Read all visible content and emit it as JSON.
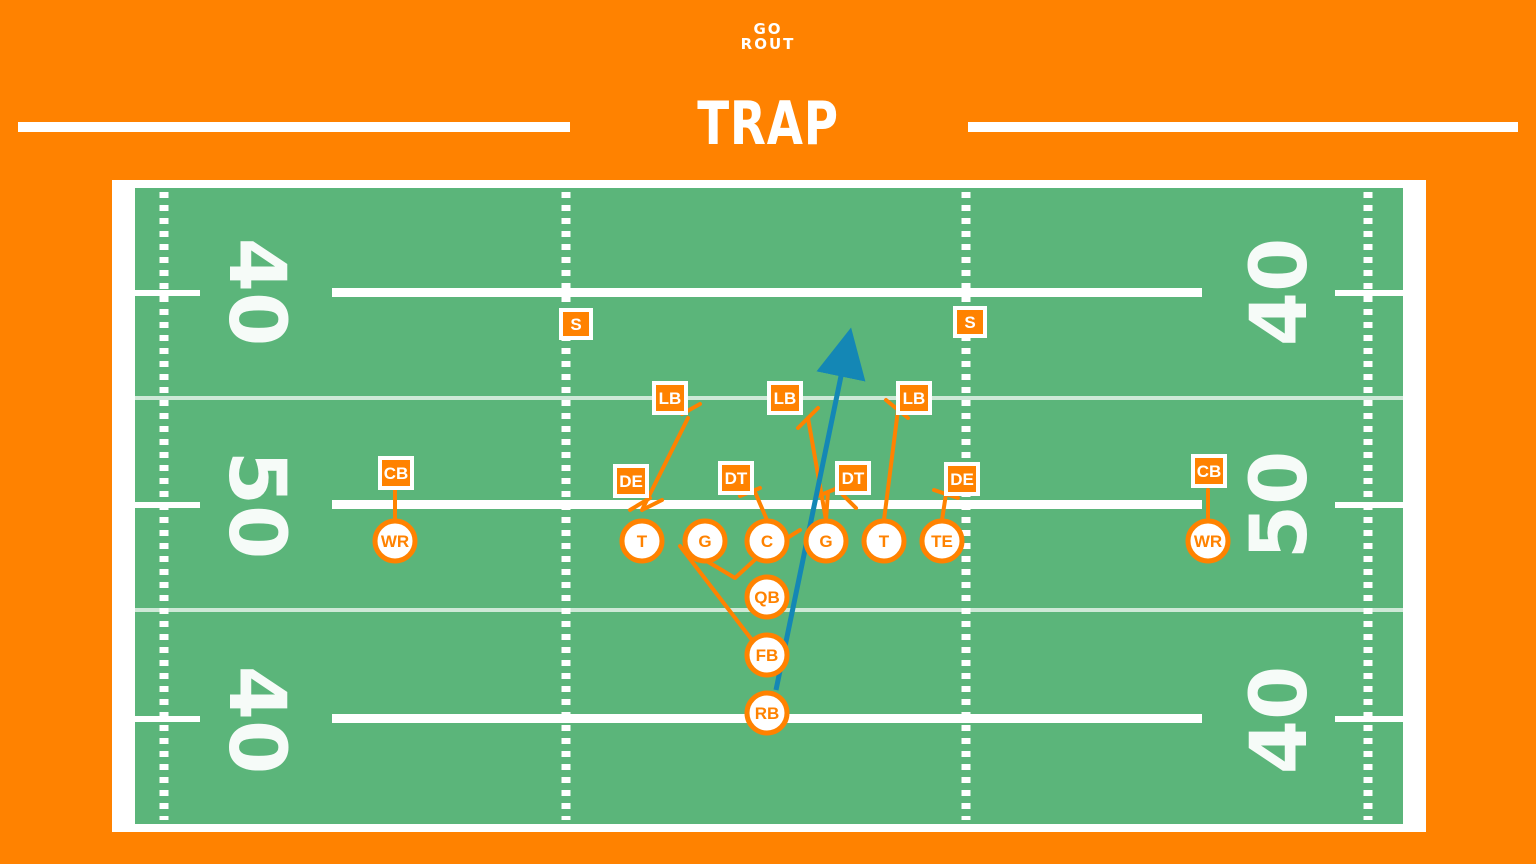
{
  "logo": {
    "line1": "GO",
    "line2": "ROUT"
  },
  "play": {
    "title": "TRAP"
  },
  "colors": {
    "background": "#FF8200",
    "field": "#5BB57A",
    "player": "#FF8200",
    "lines": "#ffffff",
    "ball_carrier_route": "#1487B5"
  },
  "field": {
    "yard_numbers": {
      "top_left": "40",
      "mid_left": "50",
      "bottom_left": "40",
      "top_right": "40",
      "mid_right": "50",
      "bottom_right": "40"
    }
  },
  "defense": {
    "safety_left": "S",
    "safety_right": "S",
    "lb_left": "LB",
    "lb_middle": "LB",
    "lb_right": "LB",
    "de_left": "DE",
    "dt_left": "DT",
    "dt_right": "DT",
    "de_right": "DE",
    "cb_left": "CB",
    "cb_right": "CB"
  },
  "offense": {
    "wr_left": "WR",
    "t_left": "T",
    "g_left": "G",
    "c": "C",
    "g_right": "G",
    "t_right": "T",
    "te": "TE",
    "wr_right": "WR",
    "qb": "QB",
    "fb": "FB",
    "rb": "RB"
  }
}
